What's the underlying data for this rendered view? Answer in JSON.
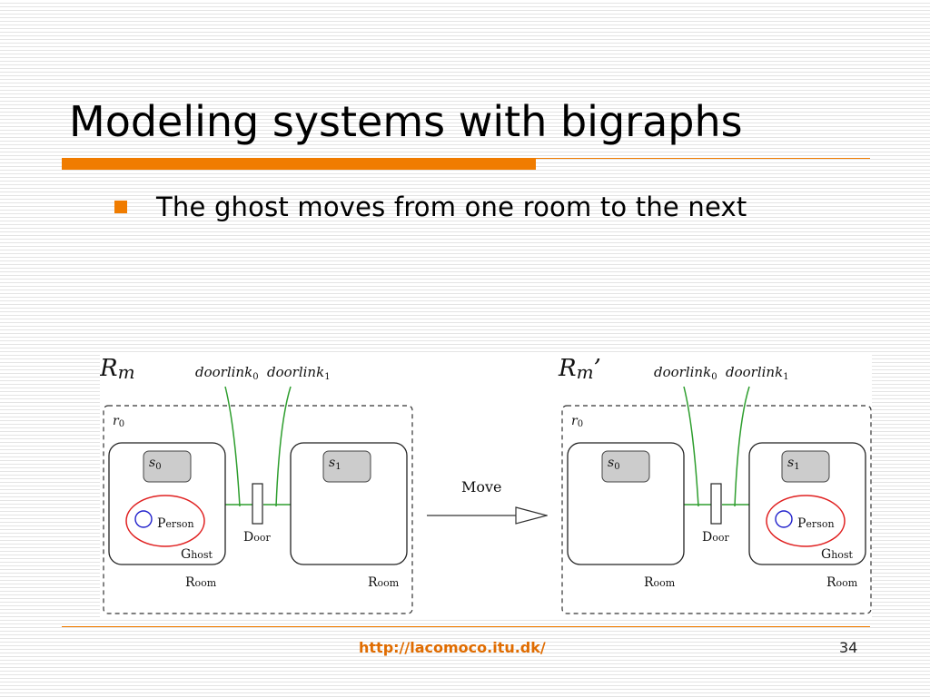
{
  "slide": {
    "title": "Modeling systems with bigraphs",
    "bullet": "The ghost moves from one room to the next"
  },
  "diagram": {
    "left": {
      "name_main": "R",
      "name_sub": "m",
      "name_prime": "",
      "link0": "doorlink",
      "link0_sub": "0",
      "link1": "doorlink",
      "link1_sub": "1",
      "region_main": "r",
      "region_sub": "0",
      "site0_main": "s",
      "site0_sub": "0",
      "site1_main": "s",
      "site1_sub": "1",
      "person_cap": "P",
      "person_rest": "erson",
      "ghost_cap": "G",
      "ghost_rest": "host",
      "door_cap": "D",
      "door_rest": "oor",
      "room0_cap": "R",
      "room0_rest": "oom",
      "room1_cap": "R",
      "room1_rest": "oom"
    },
    "right": {
      "name_main": "R",
      "name_sub": "m",
      "name_prime": "’",
      "link0": "doorlink",
      "link0_sub": "0",
      "link1": "doorlink",
      "link1_sub": "1",
      "region_main": "r",
      "region_sub": "0",
      "site0_main": "s",
      "site0_sub": "0",
      "site1_main": "s",
      "site1_sub": "1",
      "person_cap": "P",
      "person_rest": "erson",
      "ghost_cap": "G",
      "ghost_rest": "host",
      "door_cap": "D",
      "door_rest": "oor",
      "room0_cap": "R",
      "room0_rest": "oom",
      "room1_cap": "R",
      "room1_rest": "oom"
    },
    "arrow_label": "Move",
    "colors": {
      "link": "#2e9e2e",
      "ghost_outline": "#e02020",
      "person_circle": "#2222cc",
      "site_fill": "#cccccc"
    }
  },
  "footer": {
    "url": "http://lacomoco.itu.dk/",
    "page_number": "34"
  },
  "theme": {
    "accent": "#f07c00"
  }
}
